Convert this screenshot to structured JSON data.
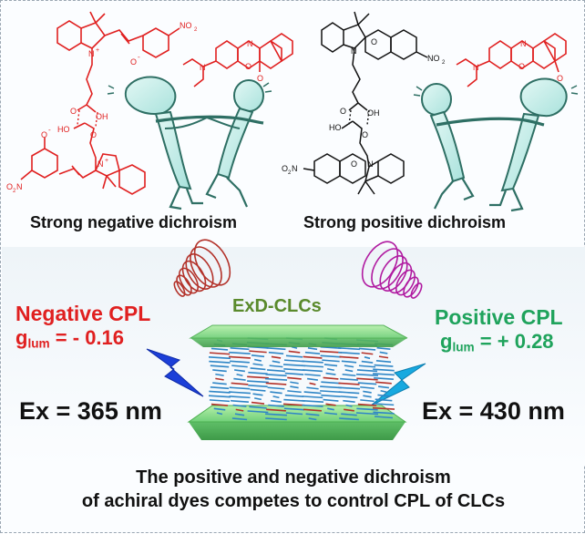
{
  "captions": {
    "top_left": "Strong negative dichroism",
    "top_right": "Strong positive dichroism"
  },
  "center_label": "ExD-CLCs",
  "negative": {
    "title": "Negative CPL",
    "g_symbol": "g",
    "g_sub": "lum",
    "g_value": " = - 0.16",
    "excitation": "Ex = 365 nm"
  },
  "positive": {
    "title": "Positive CPL",
    "g_symbol": "g",
    "g_sub": "lum",
    "g_value": " = + 0.28",
    "excitation": "Ex = 430 nm"
  },
  "bottom_text": {
    "line1": "The positive and negative dichroism",
    "line2": "of achiral dyes competes to control CPL of CLCs"
  },
  "chem_labels": {
    "no2": "NO",
    "no2_sub": "2",
    "o2n": "O",
    "o2n_mid": "2",
    "o2n_end": "N",
    "n_plus": "N",
    "plus": "+",
    "o_minus": "O",
    "minus": "-",
    "o": "O",
    "n": "N",
    "oh": "OH",
    "ho": "HO",
    "o_eq": "O"
  },
  "colors": {
    "red": "#e02020",
    "green": "#1fa35c",
    "exd_green": "#5a8a2c",
    "black": "#111111",
    "figure_fill": "#bfe9e4",
    "rope": "#2e6f64",
    "helix_red": "#b3322a",
    "helix_magenta": "#b01aa0",
    "bolt_blue": "#1c3fd8",
    "bolt_cyan": "#17a9e0",
    "plate_green": "#7ed982",
    "helix_blue": "#2f86c6"
  },
  "icons": [
    "lightning-bolt-icon",
    "helix-icon",
    "tug-of-war-figure-icon"
  ]
}
